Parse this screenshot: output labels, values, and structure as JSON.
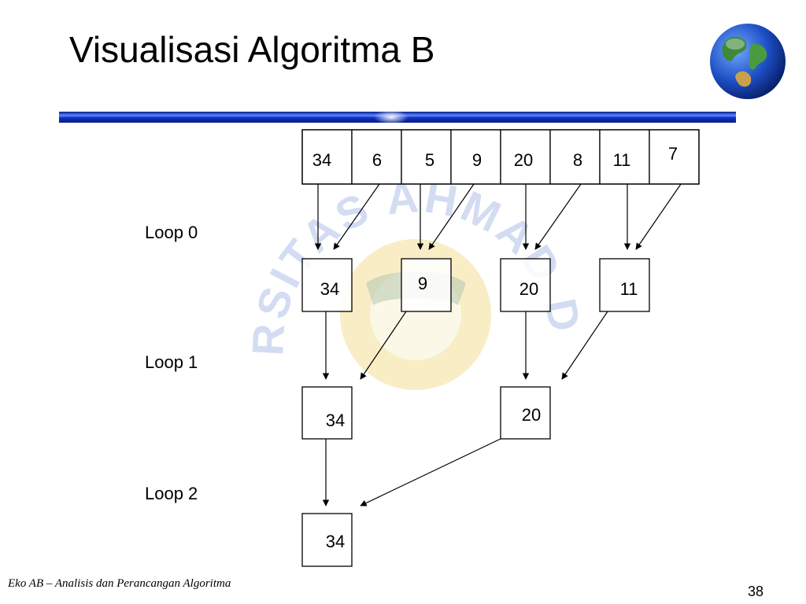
{
  "slide": {
    "title": "Visualisasi Algoritma B",
    "footer": "Eko AB – Analisis dan Perancangan Algoritma",
    "page_number": "38"
  },
  "colors": {
    "bar_dark": "#0a1a8c",
    "bar_light": "#5a8cff",
    "watermark": "#9fb2e3"
  },
  "watermark_text": "UNIVERSITAS AHMAD DAHLAN",
  "diagram": {
    "array": [
      "34",
      "6",
      "5",
      "9",
      "20",
      "8",
      "11",
      "7"
    ],
    "loops": [
      "Loop 0",
      "Loop 1",
      "Loop 2"
    ],
    "loop0": [
      "34",
      "9",
      "20",
      "11"
    ],
    "loop1": [
      "34",
      "20"
    ],
    "loop2": [
      "34"
    ]
  }
}
